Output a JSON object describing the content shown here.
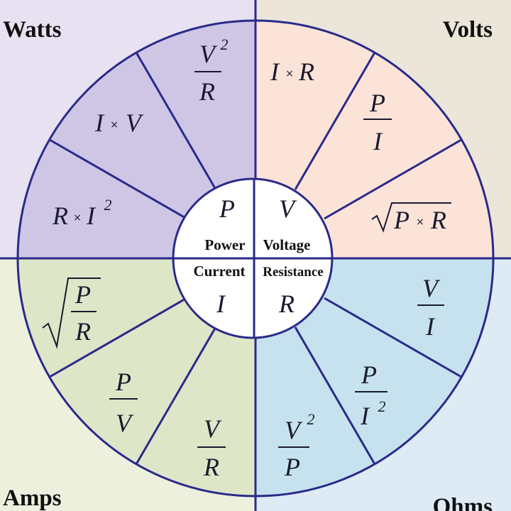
{
  "corners": {
    "top_left": "Watts",
    "top_right": "Volts",
    "bottom_left": "Amps",
    "bottom_right": "Ohms"
  },
  "center": {
    "power": {
      "symbol": "P",
      "label": "Power"
    },
    "voltage": {
      "symbol": "V",
      "label": "Voltage"
    },
    "current": {
      "symbol": "I",
      "label": "Current"
    },
    "resistance": {
      "symbol": "R",
      "label": "Resistance"
    }
  },
  "formulas": {
    "watts": {
      "f1": {
        "num": "V",
        "exp": "2",
        "den": "R"
      },
      "f2": {
        "a": "I",
        "op": "×",
        "b": "V"
      },
      "f3": {
        "a": "R",
        "op": "×",
        "b": "I",
        "exp": "2"
      }
    },
    "volts": {
      "f1": {
        "a": "I",
        "op": "×",
        "b": "R"
      },
      "f2": {
        "num": "P",
        "den": "I"
      },
      "f3": {
        "a": "P",
        "op": "×",
        "b": "R"
      }
    },
    "amps": {
      "f1": {
        "num": "P",
        "den": "R"
      },
      "f2": {
        "num": "P",
        "den": "V"
      },
      "f3": {
        "num": "V",
        "den": "R"
      }
    },
    "ohms": {
      "f1": {
        "num": "V",
        "den": "I"
      },
      "f2": {
        "num": "P",
        "den": "I",
        "exp": "2"
      },
      "f3": {
        "num": "V",
        "exp": "2",
        "den": "P"
      }
    }
  },
  "colors": {
    "watts_bg": "#e7e1f1",
    "watts_wedge": "#cfc6e6",
    "volts_bg": "#ebe6d9",
    "volts_wedge": "#fbe3d8",
    "amps_bg": "#edf0dc",
    "amps_wedge": "#dfe6c8",
    "ohms_bg": "#deebf5",
    "ohms_wedge": "#c6e2ef",
    "lines": "#2a2a8a"
  }
}
